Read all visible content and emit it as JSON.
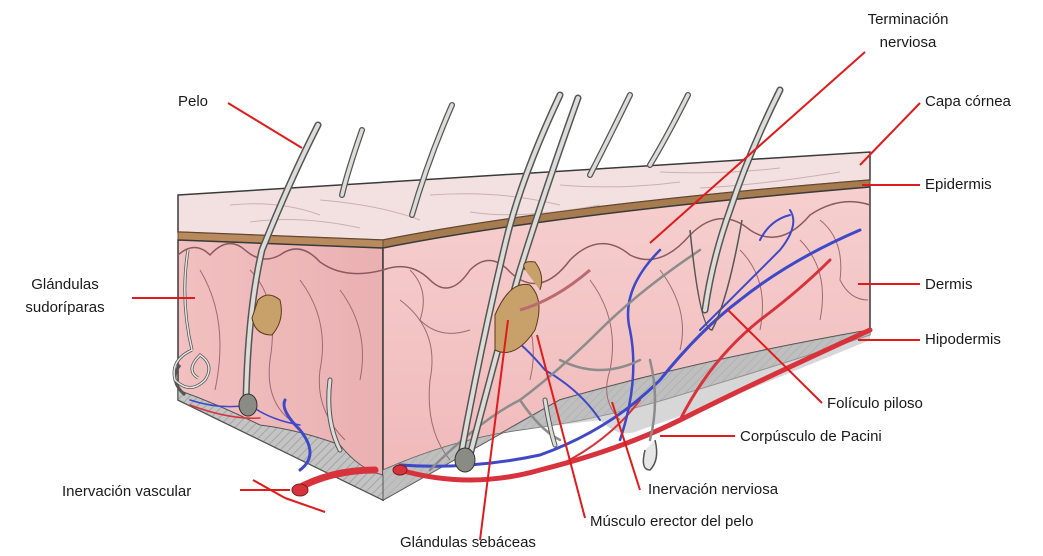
{
  "labels": {
    "pelo": "Pelo",
    "terminacion_nerviosa_1": "Terminación",
    "terminacion_nerviosa_2": "nerviosa",
    "capa_cornea": "Capa córnea",
    "epidermis": "Epidermis",
    "dermis": "Dermis",
    "hipodermis": "Hipodermis",
    "glandulas_sudoriparas_1": "Glándulas",
    "glandulas_sudoriparas_2": "sudoríparas",
    "foliculo_piloso": "Folículo piloso",
    "corpusculo_pacini": "Corpúsculo de Pacini",
    "inervacion_nerviosa": "Inervación nerviosa",
    "inervacion_vascular": "Inervación vascular",
    "musculo_erector": "Músculo erector del pelo",
    "glandulas_sebaceas": "Glándulas sebáceas"
  },
  "colors": {
    "leader_line": "#e01b1b",
    "epidermis_top": "#f2dfe0",
    "stratum_corneum": "#a67b4f",
    "dermis": "#f4c3c3",
    "dermis_dark": "#e8a9ab",
    "hypodermis": "#b9b9b9",
    "hair": "#d9d9d6",
    "artery": "#d8333c",
    "vein": "#3f49c7",
    "outline": "#3a3a3a"
  }
}
